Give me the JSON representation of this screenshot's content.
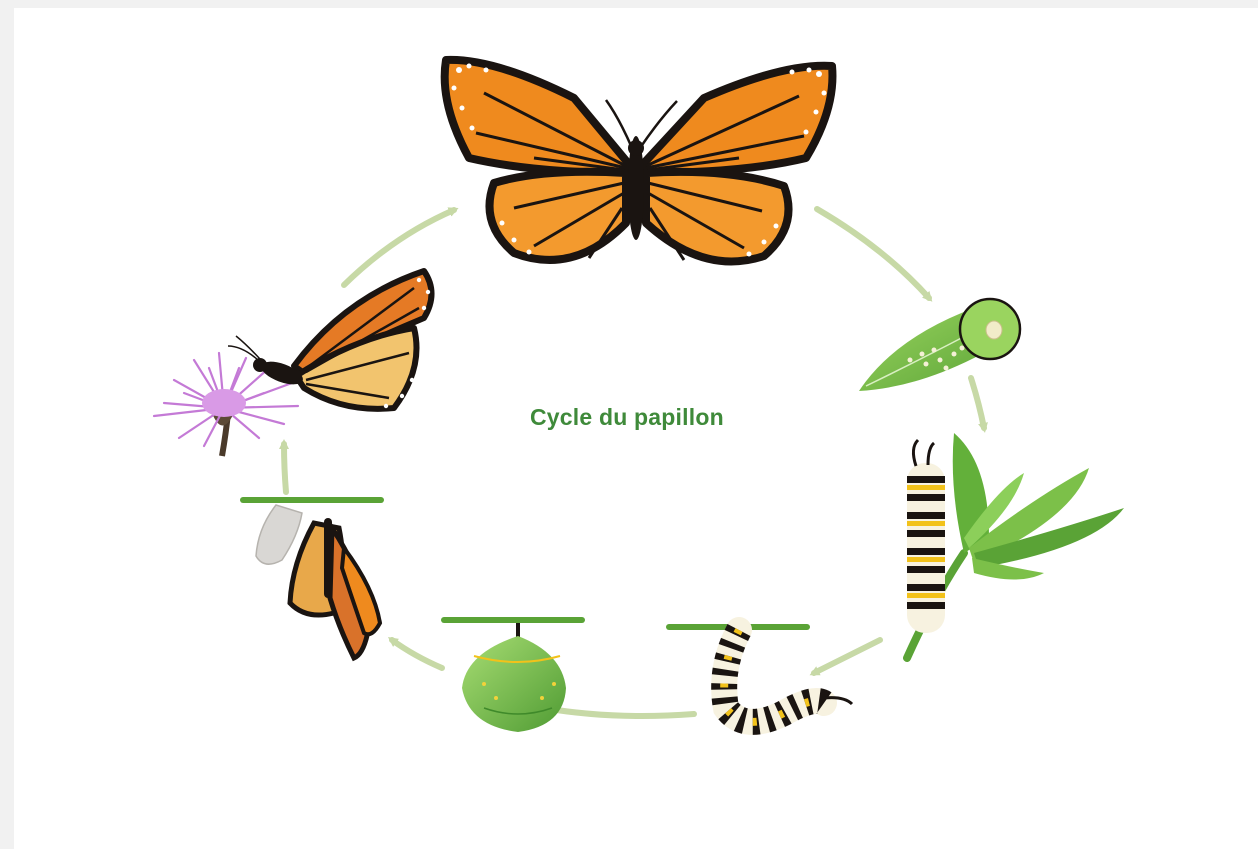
{
  "diagram": {
    "title": "Cycle du papillon",
    "stages": [
      {
        "name": "adult-butterfly",
        "icon": "monarch-butterfly-icon"
      },
      {
        "name": "eggs-on-leaf",
        "icon": "eggs-on-leaf-icon"
      },
      {
        "name": "caterpillar-on-plant",
        "icon": "caterpillar-icon"
      },
      {
        "name": "caterpillar-j-hang",
        "icon": "hanging-caterpillar-icon"
      },
      {
        "name": "chrysalis",
        "icon": "chrysalis-icon"
      },
      {
        "name": "butterfly-emerging",
        "icon": "emerging-butterfly-icon"
      },
      {
        "name": "butterfly-on-flower",
        "icon": "butterfly-on-flower-icon"
      }
    ],
    "colors": {
      "title": "#3f8a3a",
      "arrow": "#c7d9a6",
      "wing_orange": "#ef8a1e",
      "wing_black": "#1a1411",
      "leaf_green": "#7cc049",
      "chrysalis_green": "#8ccf5a",
      "flower_purple": "#c47ad6"
    }
  }
}
